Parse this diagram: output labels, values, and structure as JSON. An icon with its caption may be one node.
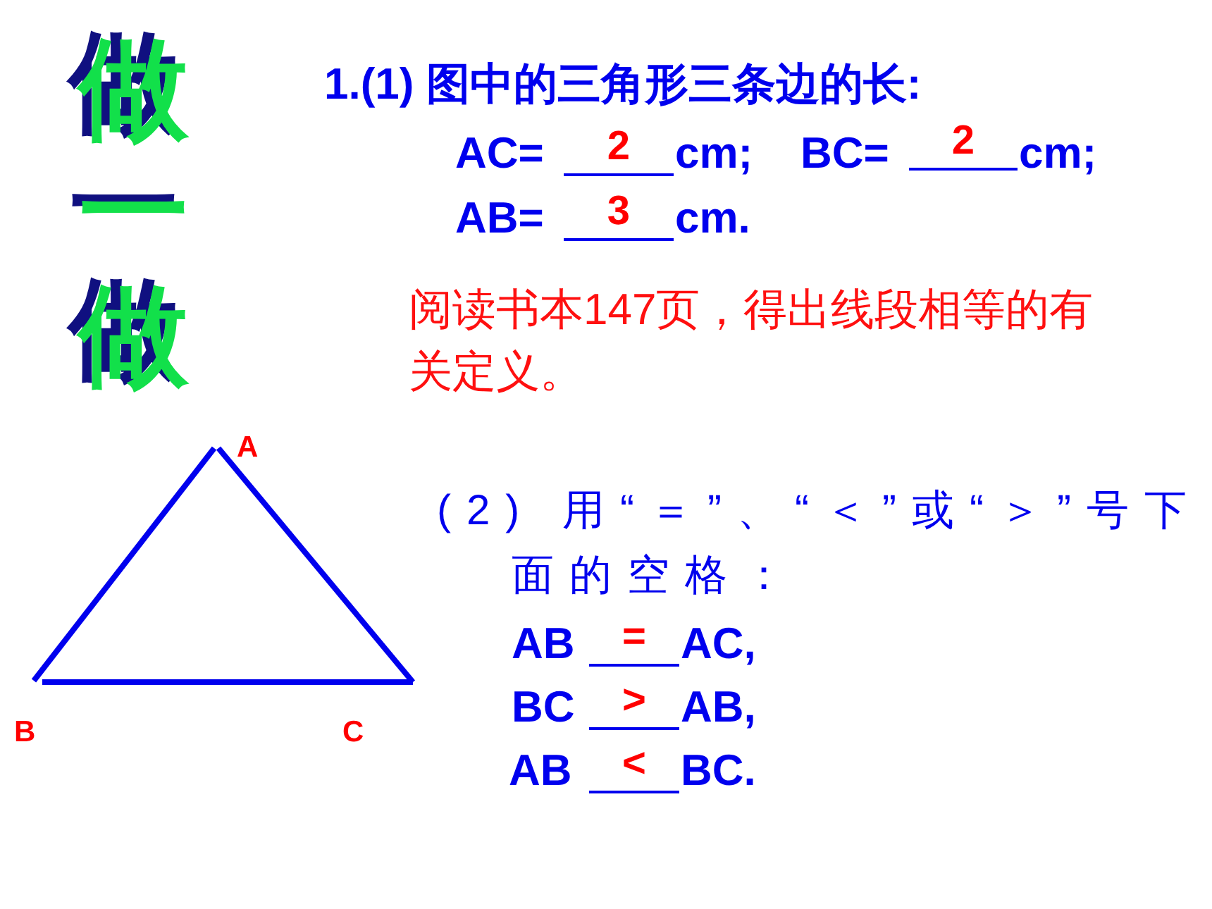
{
  "diagram": {
    "labels": [
      "做一做",
      "1.(1) 图中的三角形三条边的长:",
      "AC=",
      "2",
      "cm;",
      "BC=",
      "2",
      "cm;",
      "AB=",
      "3",
      "cm.",
      "阅读书本147页，得出线段相等的有关定义。",
      "A",
      "B",
      "C",
      "(2) 用“＝”、“＜”或“＞”号下面的空格：",
      "AB",
      "=",
      "AC,",
      "BC",
      ">",
      "AB,",
      "AB",
      "<",
      "BC."
    ]
  }
}
